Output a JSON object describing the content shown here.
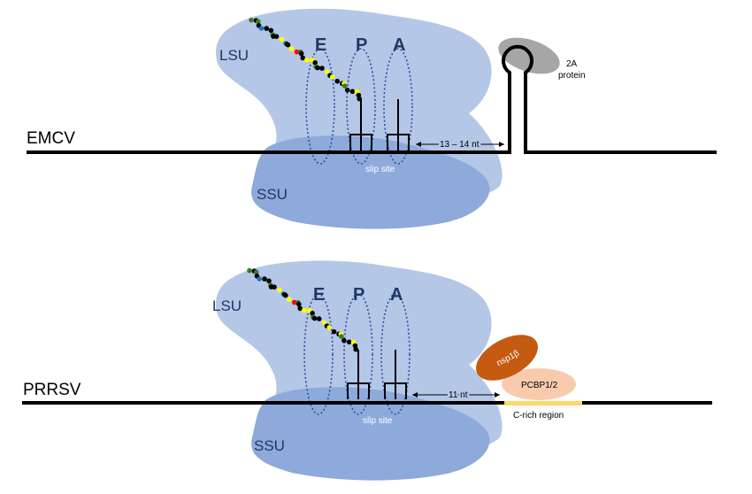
{
  "top_panel": {
    "virus": "EMCV",
    "lsu": "LSU",
    "ssu": "SSU",
    "sites": [
      "E",
      "P",
      "A"
    ],
    "slip_site": "slip site",
    "distance": "13 – 14 nt",
    "protein_line1": "2A",
    "protein_line2": "protein"
  },
  "bottom_panel": {
    "virus": "PRRSV",
    "lsu": "LSU",
    "ssu": "SSU",
    "sites": [
      "E",
      "P",
      "A"
    ],
    "slip_site": "slip site",
    "distance": "11 nt",
    "nsp": "nsp1β",
    "pcbp": "PCBP1/2",
    "c_rich": "C-rich region"
  },
  "colors": {
    "lsu": "#b4c7e7",
    "ssu": "#8eaadb",
    "site_outline": "#2f4f9f",
    "protein_2a": "#a6a6a6",
    "nsp1b": "#c55a11",
    "pcbp": "#f8cbad",
    "c_rich": "#ffd966",
    "bead_palette": [
      "#000000",
      "#3a7d2c",
      "#1f77b4",
      "#ffff00",
      "#ff0000"
    ]
  },
  "bead_sequence": [
    1,
    0,
    1,
    0,
    2,
    0,
    0,
    1,
    0,
    0,
    3,
    2,
    0,
    0,
    3,
    4,
    1,
    0,
    0,
    3,
    3,
    0,
    1,
    0,
    0,
    3,
    2,
    0,
    3,
    0,
    0,
    3,
    1,
    0,
    0,
    3,
    0,
    0
  ]
}
